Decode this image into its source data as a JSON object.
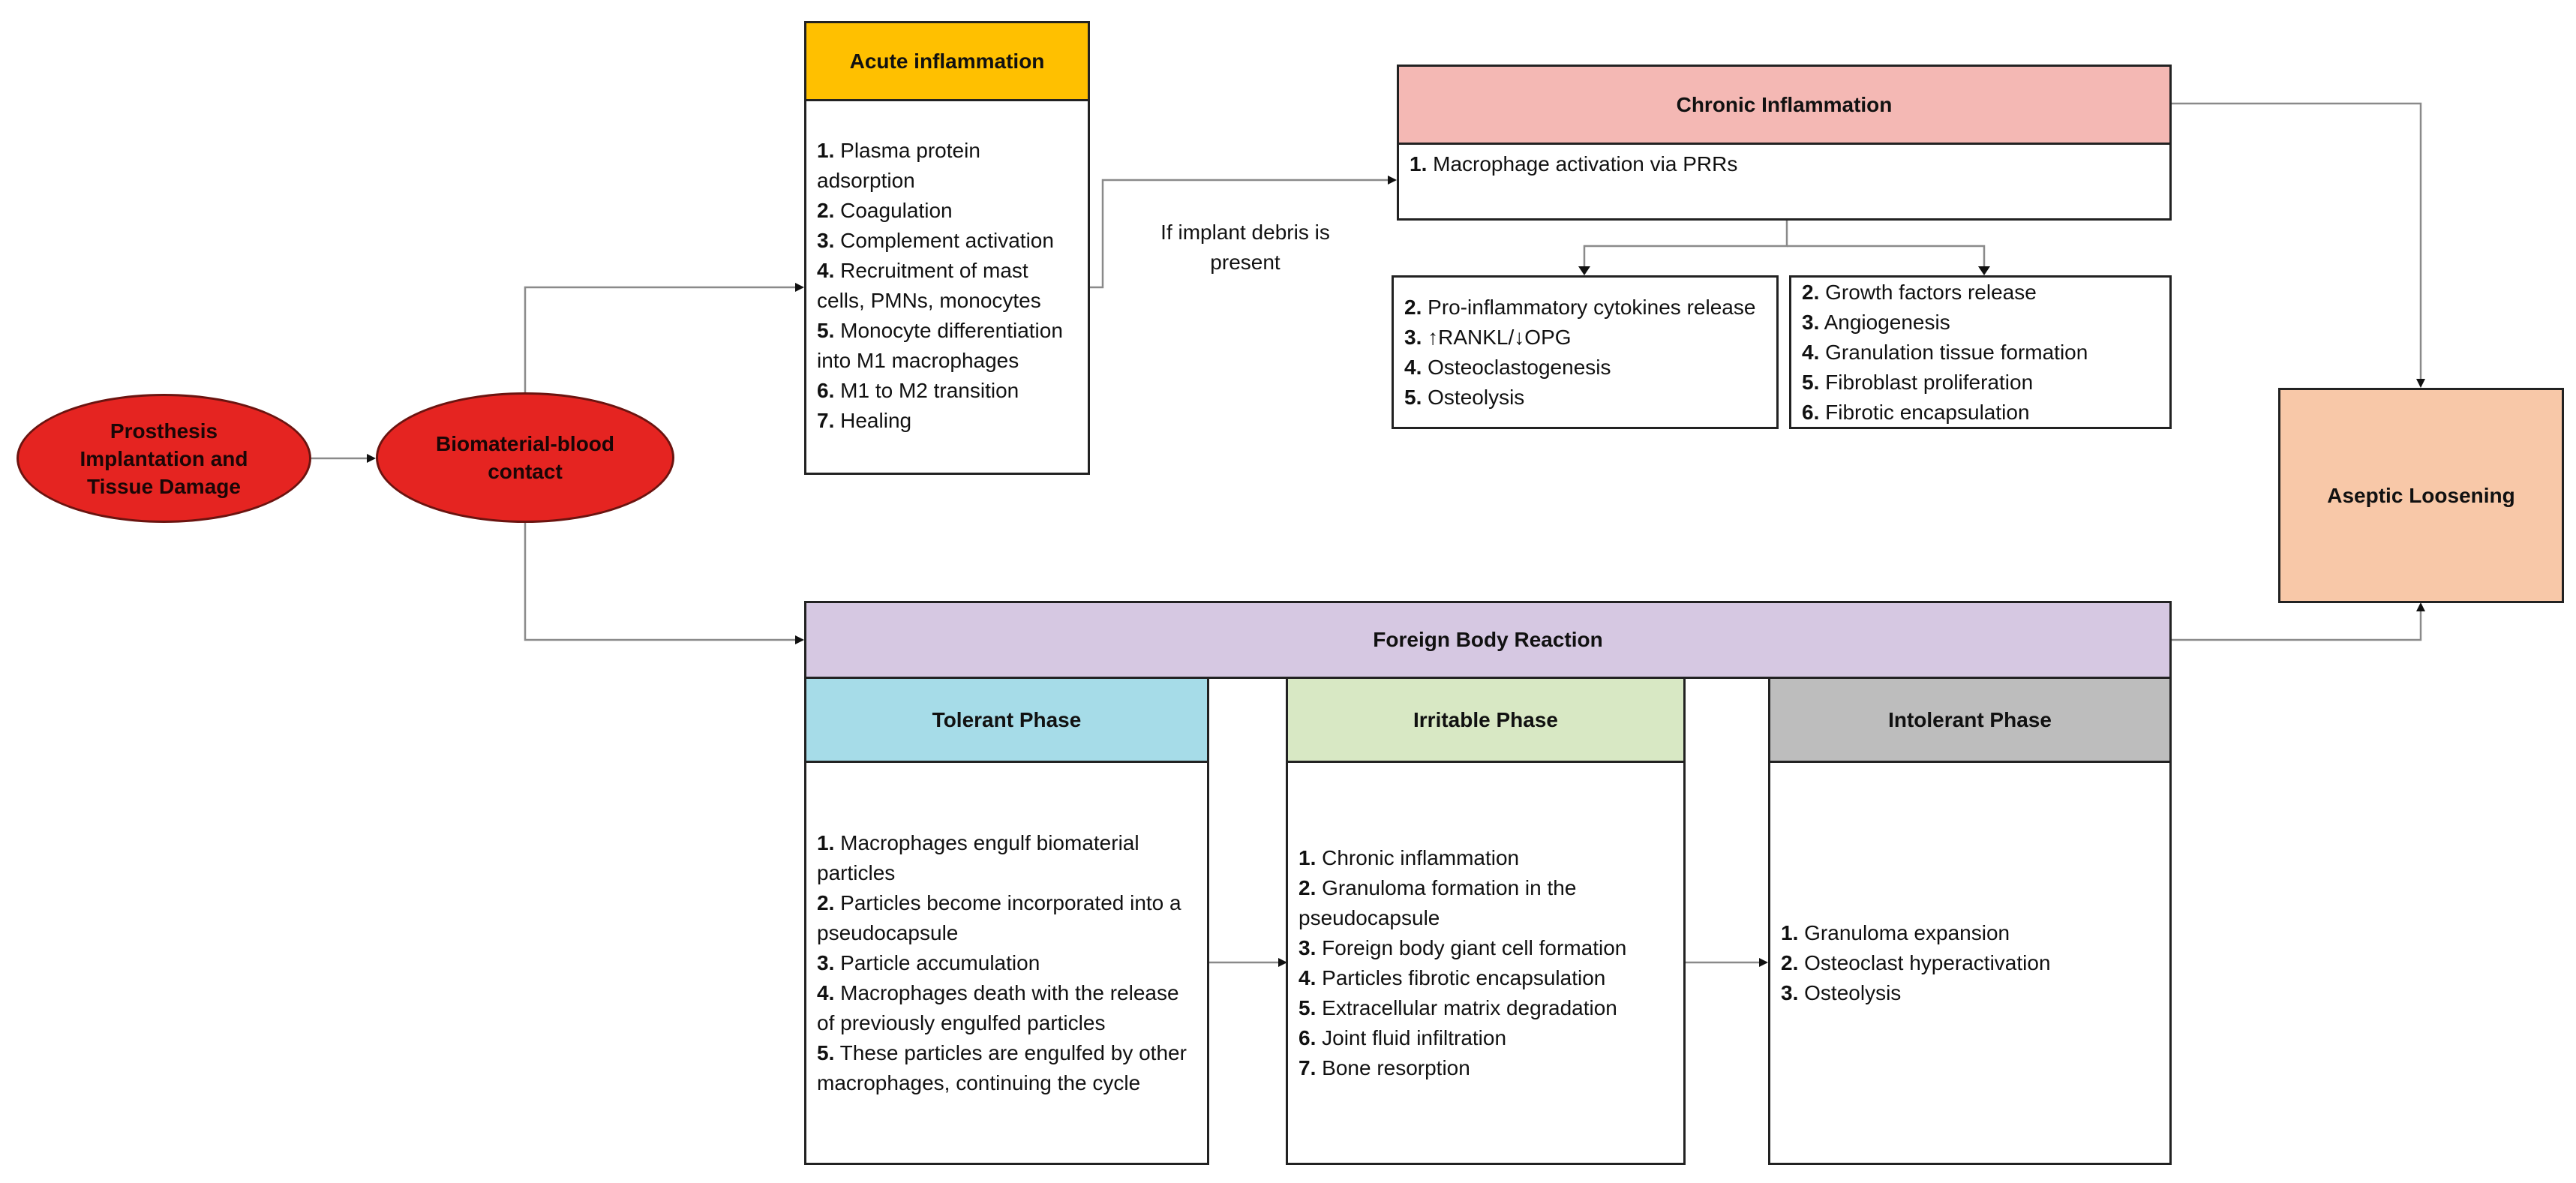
{
  "nodes": {
    "prosthesis": {
      "label": "Prosthesis Implantation and Tissue Damage",
      "color": "#e52421"
    },
    "biomaterial": {
      "label": "Biomaterial-blood contact",
      "color": "#e52421"
    },
    "acute": {
      "title": "Acute inflammation",
      "header_color": "#ffc000",
      "items": [
        {
          "num": "1.",
          "text": "Plasma protein adsorption"
        },
        {
          "num": "2.",
          "text": "Coagulation"
        },
        {
          "num": "3.",
          "text": "Complement activation"
        },
        {
          "num": "4.",
          "text": "Recruitment of mast cells, PMNs, monocytes"
        },
        {
          "num": "5.",
          "text": "Monocyte differentiation into M1 macrophages"
        },
        {
          "num": "6.",
          "text": "M1 to M2 transition"
        },
        {
          "num": "7.",
          "text": "Healing"
        }
      ]
    },
    "chronic": {
      "title": "Chronic Inflammation",
      "header_color": "#f4b8b4",
      "items": [
        {
          "num": "1.",
          "text": "Macrophage activation via PRRs"
        }
      ]
    },
    "chronic_left": {
      "items": [
        {
          "num": "2.",
          "text": "Pro-inflammatory cytokines release"
        },
        {
          "num": "3.",
          "text": "↑RANKL/↓OPG"
        },
        {
          "num": "4.",
          "text": "Osteoclastogenesis"
        },
        {
          "num": "5.",
          "text": "Osteolysis"
        }
      ]
    },
    "chronic_right": {
      "items": [
        {
          "num": "2.",
          "text": "Growth factors release"
        },
        {
          "num": "3.",
          "text": "Angiogenesis"
        },
        {
          "num": "4.",
          "text": "Granulation tissue formation"
        },
        {
          "num": "5.",
          "text": "Fibroblast proliferation"
        },
        {
          "num": "6.",
          "text": "Fibrotic encapsulation"
        }
      ]
    },
    "aseptic": {
      "label": "Aseptic Loosening",
      "color": "#f8c8a8"
    },
    "fbr": {
      "label": "Foreign Body Reaction",
      "color": "#d6c8e2"
    },
    "tolerant": {
      "title": "Tolerant Phase",
      "header_color": "#a6dce8",
      "items": [
        {
          "num": "1.",
          "text": "Macrophages engulf biomaterial particles"
        },
        {
          "num": "2.",
          "text": "Particles become incorporated into a pseudocapsule"
        },
        {
          "num": "3.",
          "text": "Particle accumulation"
        },
        {
          "num": "4.",
          "text": "Macrophages death with the release of previously engulfed particles"
        },
        {
          "num": "5.",
          "text": "These particles are engulfed by other macrophages, continuing the cycle"
        }
      ]
    },
    "irritable": {
      "title": "Irritable Phase",
      "header_color": "#d8e8c4",
      "items": [
        {
          "num": "1.",
          "text": "Chronic inflammation"
        },
        {
          "num": "2.",
          "text": "Granuloma formation in the pseudocapsule"
        },
        {
          "num": "3.",
          "text": "Foreign body giant cell formation"
        },
        {
          "num": "4.",
          "text": "Particles fibrotic encapsulation"
        },
        {
          "num": "5.",
          "text": "Extracellular matrix degradation"
        },
        {
          "num": "6.",
          "text": "Joint fluid infiltration"
        },
        {
          "num": "7.",
          "text": "Bone resorption"
        }
      ]
    },
    "intolerant": {
      "title": "Intolerant Phase",
      "header_color": "#bdbdbd",
      "items": [
        {
          "num": "1.",
          "text": "Granuloma expansion"
        },
        {
          "num": "2.",
          "text": "Osteoclast hyperactivation"
        },
        {
          "num": "3.",
          "text": "Osteolysis"
        }
      ]
    }
  },
  "edge_label": "If implant debris is present",
  "line_color": "#8a8a8a"
}
